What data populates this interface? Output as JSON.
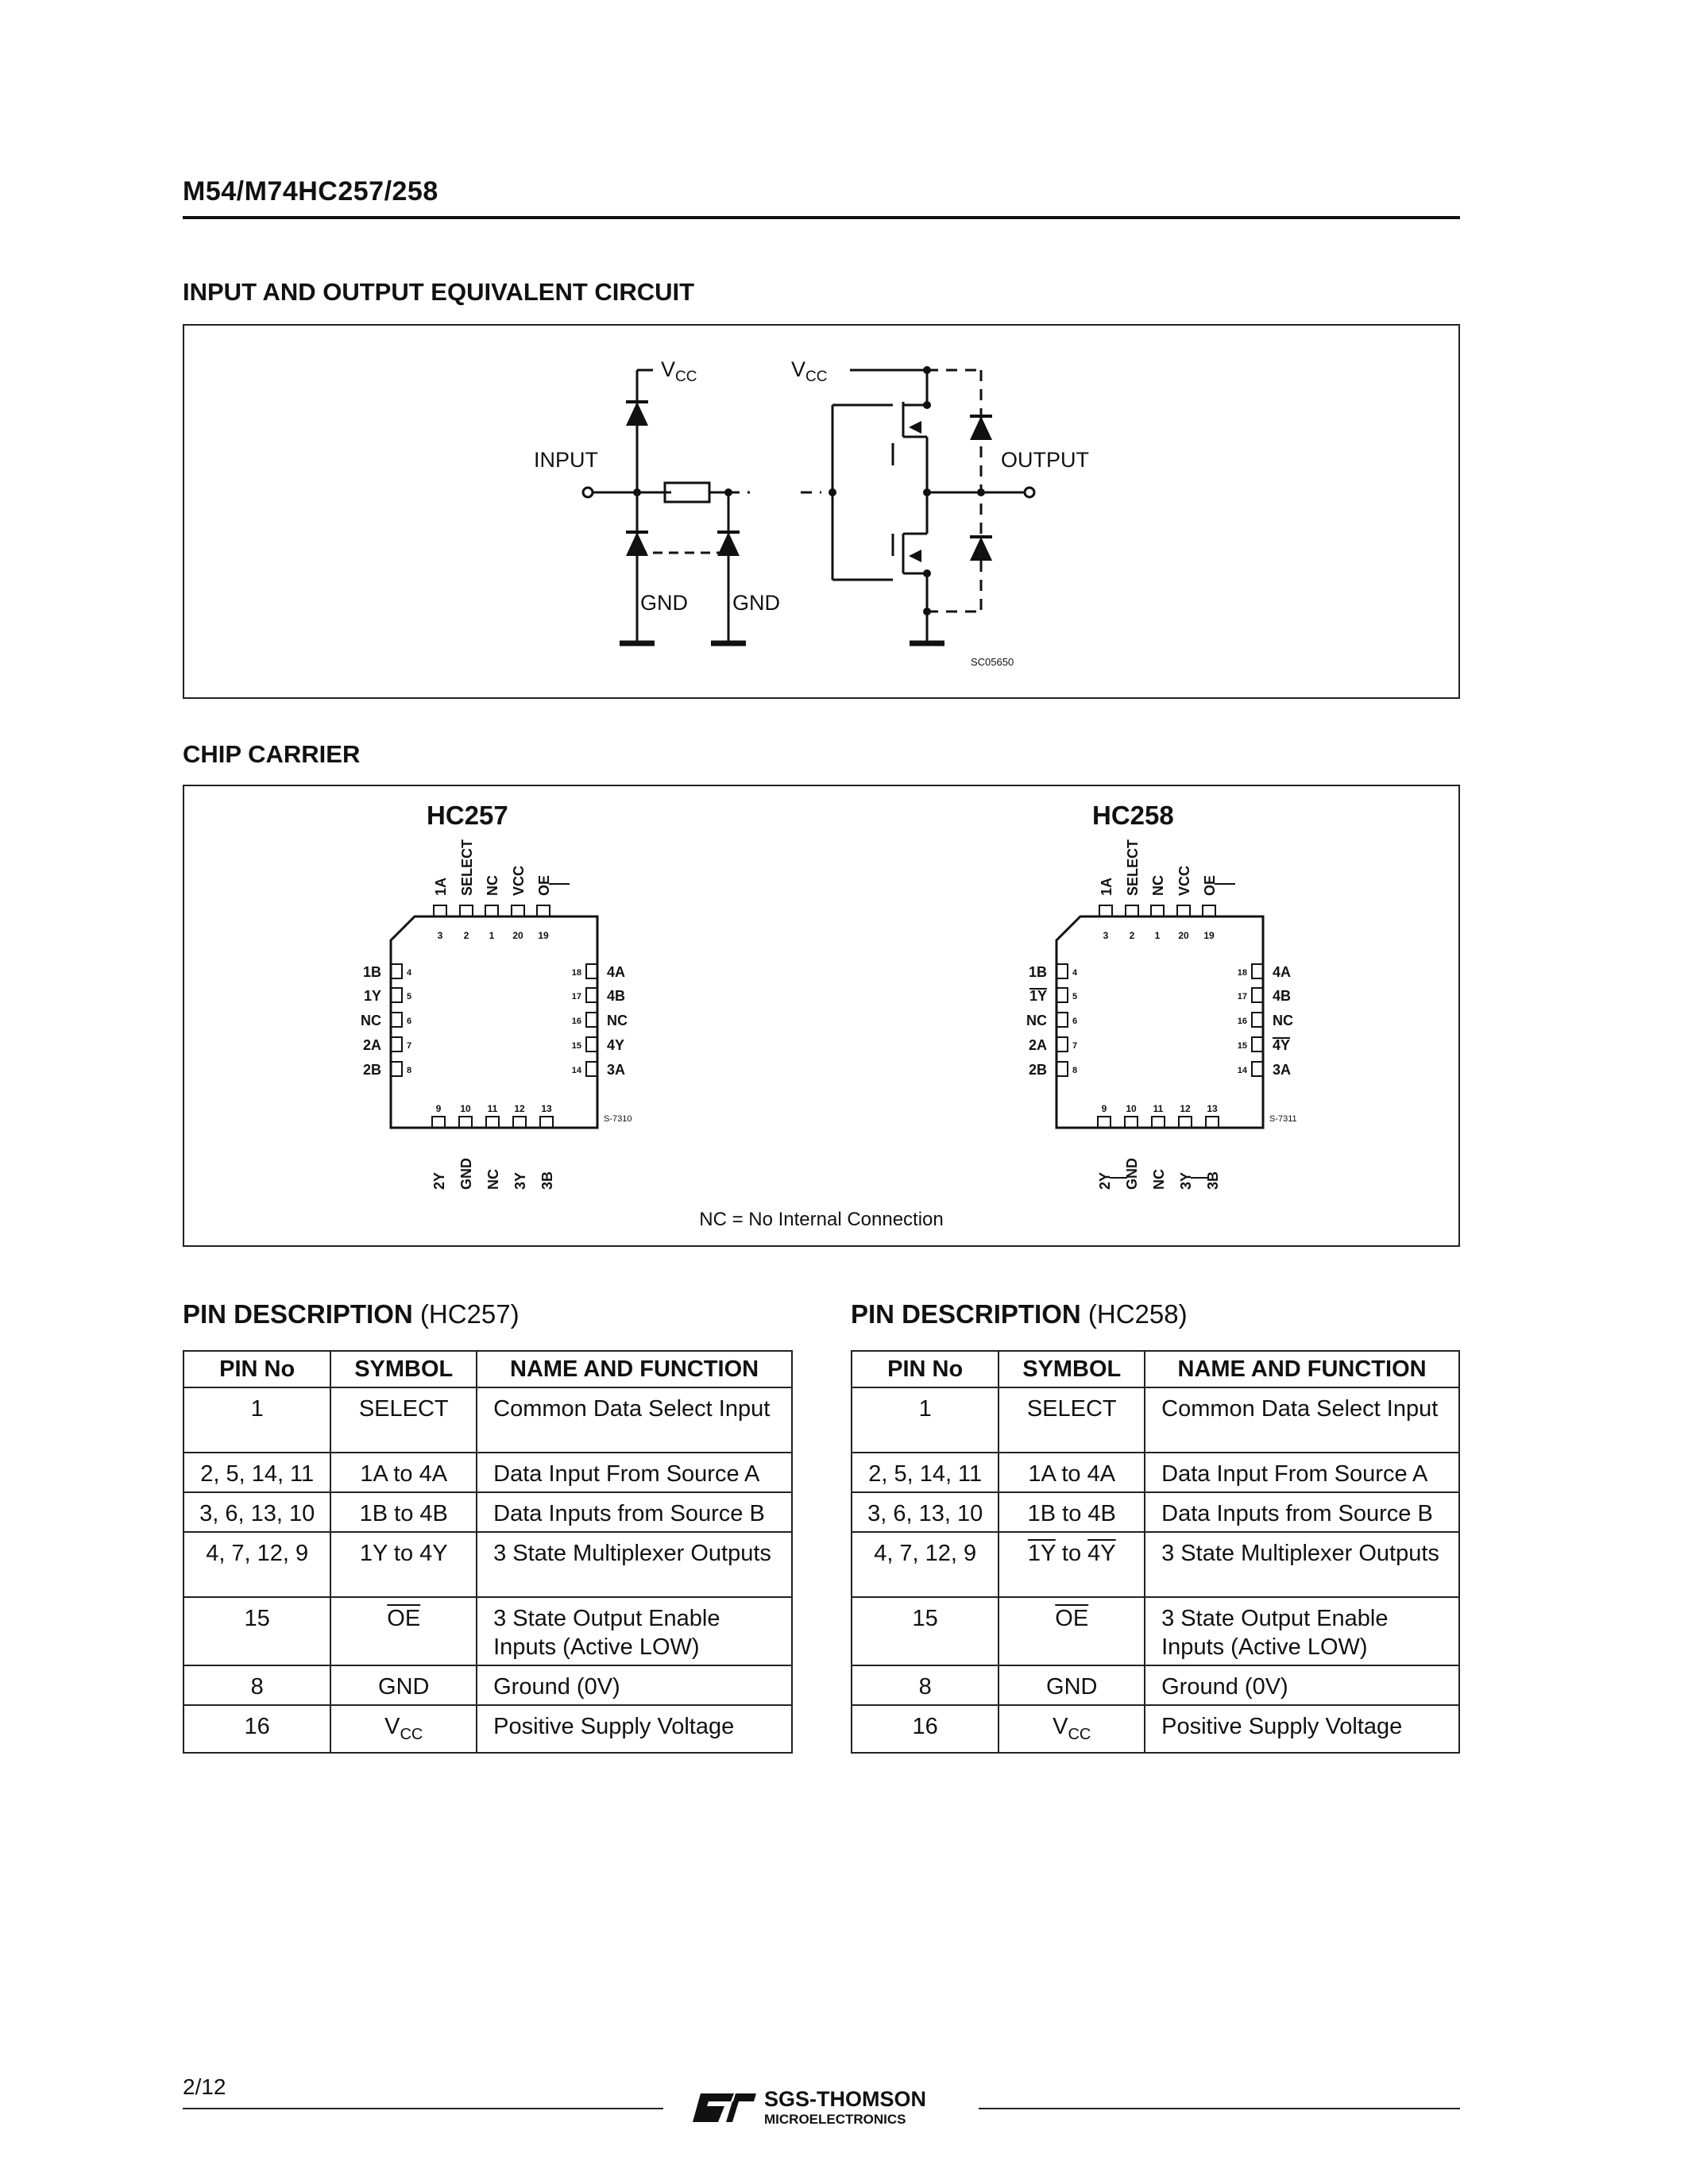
{
  "header": {
    "title": "M54/M74HC257/258"
  },
  "io_section": {
    "heading": "INPUT AND OUTPUT EQUIVALENT CIRCUIT",
    "labels": {
      "vcc_left": "V",
      "vcc_right": "V",
      "cc": "CC",
      "input": "INPUT",
      "output": "OUTPUT",
      "gnd1": "GND",
      "gnd2": "GND",
      "code": "SC05650"
    }
  },
  "chip_section": {
    "heading": "CHIP CARRIER",
    "note": "NC = No Internal Connection",
    "hc257": {
      "title": "HC257",
      "top_names": [
        "1A",
        "SELECT",
        "NC",
        "VCC",
        "OE"
      ],
      "top_nums": [
        "3",
        "2",
        "1",
        "20",
        "19"
      ],
      "left_names": [
        "1B",
        "1Y",
        "NC",
        "2A",
        "2B"
      ],
      "left_nums": [
        "4",
        "5",
        "6",
        "7",
        "8"
      ],
      "right_names": [
        "4A",
        "4B",
        "NC",
        "4Y",
        "3A"
      ],
      "right_nums": [
        "18",
        "17",
        "16",
        "15",
        "14"
      ],
      "bottom_names": [
        "2Y",
        "GND",
        "NC",
        "3Y",
        "3B"
      ],
      "bottom_nums": [
        "9",
        "10",
        "11",
        "12",
        "13"
      ],
      "code": "S-7310"
    },
    "hc258": {
      "title": "HC258",
      "top_names": [
        "1A",
        "SELECT",
        "NC",
        "VCC",
        "OE"
      ],
      "top_nums": [
        "3",
        "2",
        "1",
        "20",
        "19"
      ],
      "left_names": [
        "1B",
        "1Y",
        "NC",
        "2A",
        "2B"
      ],
      "left_nums": [
        "4",
        "5",
        "6",
        "7",
        "8"
      ],
      "right_names": [
        "4A",
        "4B",
        "NC",
        "4Y",
        "3A"
      ],
      "right_nums": [
        "18",
        "17",
        "16",
        "15",
        "14"
      ],
      "bottom_names": [
        "2Y",
        "GND",
        "NC",
        "3Y",
        "3B"
      ],
      "bottom_nums": [
        "9",
        "10",
        "11",
        "12",
        "13"
      ],
      "code": "S-7311"
    }
  },
  "pin_tables": {
    "hc257": {
      "heading": "PIN DESCRIPTION",
      "device": "(HC257)",
      "headers": [
        "PIN No",
        "SYMBOL",
        "NAME AND FUNCTION"
      ],
      "rows": [
        {
          "pin": "1",
          "symbol": "SELECT",
          "func": "Common Data Select Input"
        },
        {
          "pin": "2, 5, 14, 11",
          "symbol": "1A to 4A",
          "func": "Data Input From Source A"
        },
        {
          "pin": "3, 6, 13, 10",
          "symbol": "1B to 4B",
          "func": "Data Inputs from Source B"
        },
        {
          "pin": "4, 7, 12, 9",
          "symbol": "1Y to 4Y",
          "func": "3 State Multiplexer Outputs"
        },
        {
          "pin": "15",
          "symbol": "OE",
          "func": "3 State Output Enable Inputs (Active LOW)"
        },
        {
          "pin": "8",
          "symbol": "GND",
          "func": "Ground (0V)"
        },
        {
          "pin": "16",
          "symbol": "V",
          "symbol_sub": "CC",
          "func": "Positive Supply Voltage"
        }
      ]
    },
    "hc258": {
      "heading": "PIN DESCRIPTION",
      "device": "(HC258)",
      "headers": [
        "PIN No",
        "SYMBOL",
        "NAME AND FUNCTION"
      ],
      "rows": [
        {
          "pin": "1",
          "symbol": "SELECT",
          "func": "Common Data Select Input"
        },
        {
          "pin": "2, 5, 14, 11",
          "symbol": "1A to 4A",
          "func": "Data Input From Source A"
        },
        {
          "pin": "3, 6, 13, 10",
          "symbol": "1B to 4B",
          "func": "Data Inputs from Source B"
        },
        {
          "pin": "4, 7, 12, 9",
          "symbol_a": "1Y",
          "symbol_mid": " to ",
          "symbol_b": "4Y",
          "func": "3 State Multiplexer Outputs"
        },
        {
          "pin": "15",
          "symbol": "OE",
          "func": "3 State Output Enable Inputs (Active LOW)"
        },
        {
          "pin": "8",
          "symbol": "GND",
          "func": "Ground (0V)"
        },
        {
          "pin": "16",
          "symbol": "V",
          "symbol_sub": "CC",
          "func": "Positive Supply Voltage"
        }
      ]
    }
  },
  "footer": {
    "page": "2/12",
    "logo_line1": "SGS-THOMSON",
    "logo_line2": "MICROELECTRONICS"
  }
}
